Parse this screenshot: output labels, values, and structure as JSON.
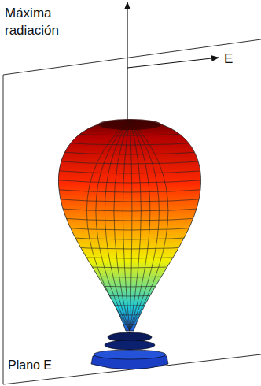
{
  "diagram": {
    "labels": [
      "Máxima radiación",
      "E",
      "Plano E"
    ]
  }
}
